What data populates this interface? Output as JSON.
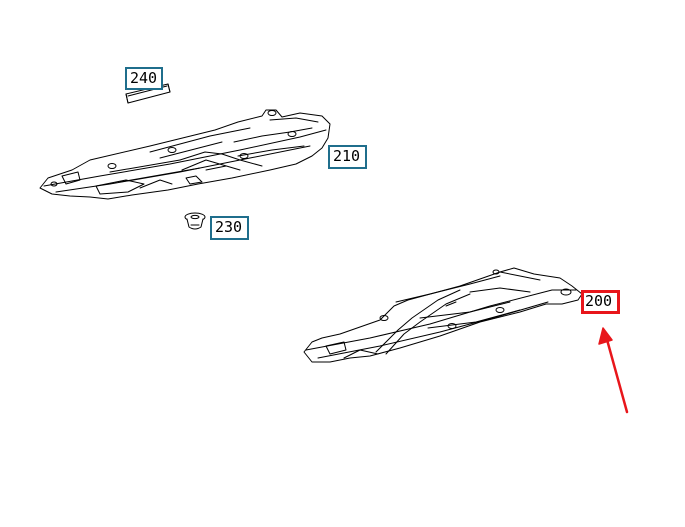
{
  "callouts": {
    "part_240": "240",
    "part_210": "210",
    "part_230": "230",
    "part_200": "200"
  },
  "colors": {
    "callout_border": "#1f6e8c",
    "highlight_border": "#e8161b",
    "arrow": "#e8161b",
    "line_art": "#000000"
  }
}
